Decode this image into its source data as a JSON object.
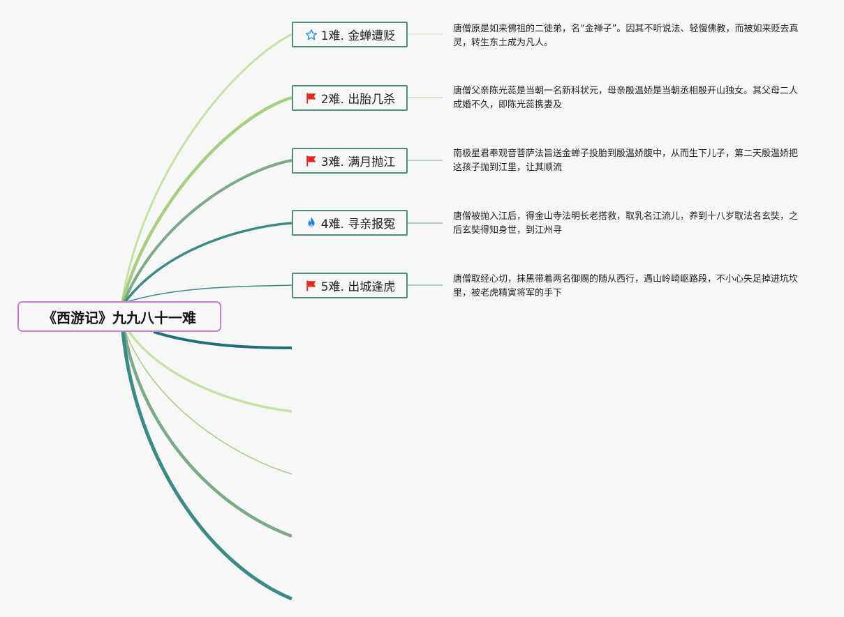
{
  "root": {
    "title": "《西游记》九九八十一难"
  },
  "topics": [
    {
      "label": "1难. 金蝉遭贬",
      "icon": "star-icon",
      "note": "唐僧原是如来佛祖的二徒弟，名“金禅子”。因其不听说法、轻慢佛教，而被如来贬去真灵，转生东土成为凡人。"
    },
    {
      "label": "2难. 出胎几杀",
      "icon": "red-flag-icon",
      "note": "唐僧父亲陈光蕊是当朝一名新科状元，母亲殷温娇是当朝丞相殷开山独女。其父母二人成婚不久，即陈光蕊携妻及"
    },
    {
      "label": "3难. 满月抛江",
      "icon": "red-flag-icon",
      "note": "南极星君奉观音菩萨法旨送金蝉子投胎到殷温娇腹中，从而生下儿子，第二天殷温娇把这孩子抛到江里，让其顺流"
    },
    {
      "label": "4难. 寻亲报冤",
      "icon": "fire-icon",
      "note": "唐僧被抛入江后，得金山寺法明长老搭救，取乳名江流儿，养到十八岁取法名玄奘，之后玄奘得知身世，到江州寻"
    },
    {
      "label": "5难. 出城逢虎",
      "icon": "red-flag-icon",
      "note": "唐僧取经心切，抹黑带着两名御赐的随从西行，遇山岭崎岖路段，不小心失足掉进坑坎里，被老虎精寅将军的手下"
    }
  ],
  "colors": {
    "root_border": "#c97fd6",
    "topic_border": "#4f8f7a",
    "flag_red": "#e8261d",
    "star_blue": "#2f8fd8",
    "fire_blue": "#1f7fe0"
  }
}
